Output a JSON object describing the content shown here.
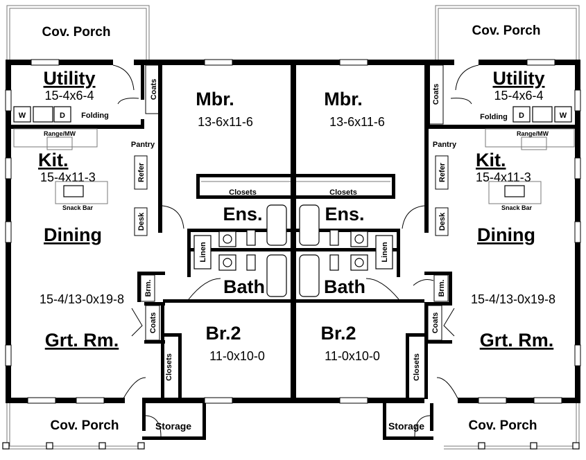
{
  "units": [
    {
      "id": "left",
      "top_porch": "Cov. Porch",
      "bottom_porch": "Cov. Porch",
      "utility_title": "Utility",
      "utility_dim": "15-4x6-4",
      "washer": "W",
      "dryer": "D",
      "folding": "Folding",
      "coats_top": "Coats",
      "range": "Range/MW",
      "pantry": "Pantry",
      "refer": "Refer",
      "desk": "Desk",
      "kit_title": "Kit.",
      "kit_dim": "15-4x11-3",
      "snack": "Snack Bar",
      "dining": "Dining",
      "great_dim": "15-4/13-0x19-8",
      "great_title": "Grt. Rm.",
      "brm": "Brm.",
      "coats_mid": "Coats",
      "closets_br2": "Closets",
      "storage": "Storage",
      "linen": "Linen",
      "mbr_title": "Mbr.",
      "mbr_dim": "13-6x11-6",
      "closets_mbr": "Closets",
      "ens": "Ens.",
      "bath": "Bath",
      "br2_title": "Br.2",
      "br2_dim": "11-0x10-0"
    },
    {
      "id": "right",
      "top_porch": "Cov. Porch",
      "bottom_porch": "Cov. Porch",
      "utility_title": "Utility",
      "utility_dim": "15-4x6-4",
      "washer": "W",
      "dryer": "D",
      "folding": "Folding",
      "coats_top": "Coats",
      "range": "Range/MW",
      "pantry": "Pantry",
      "refer": "Refer",
      "desk": "Desk",
      "kit_title": "Kit.",
      "kit_dim": "15-4x11-3",
      "snack": "Snack Bar",
      "dining": "Dining",
      "great_dim": "15-4/13-0x19-8",
      "great_title": "Grt. Rm.",
      "brm": "Brm.",
      "coats_mid": "Coats",
      "closets_br2": "Closets",
      "storage": "Storage",
      "linen": "Linen",
      "mbr_title": "Mbr.",
      "mbr_dim": "13-6x11-6",
      "closets_mbr": "Closets",
      "ens": "Ens.",
      "bath": "Bath",
      "br2_title": "Br.2",
      "br2_dim": "11-0x10-0"
    }
  ]
}
